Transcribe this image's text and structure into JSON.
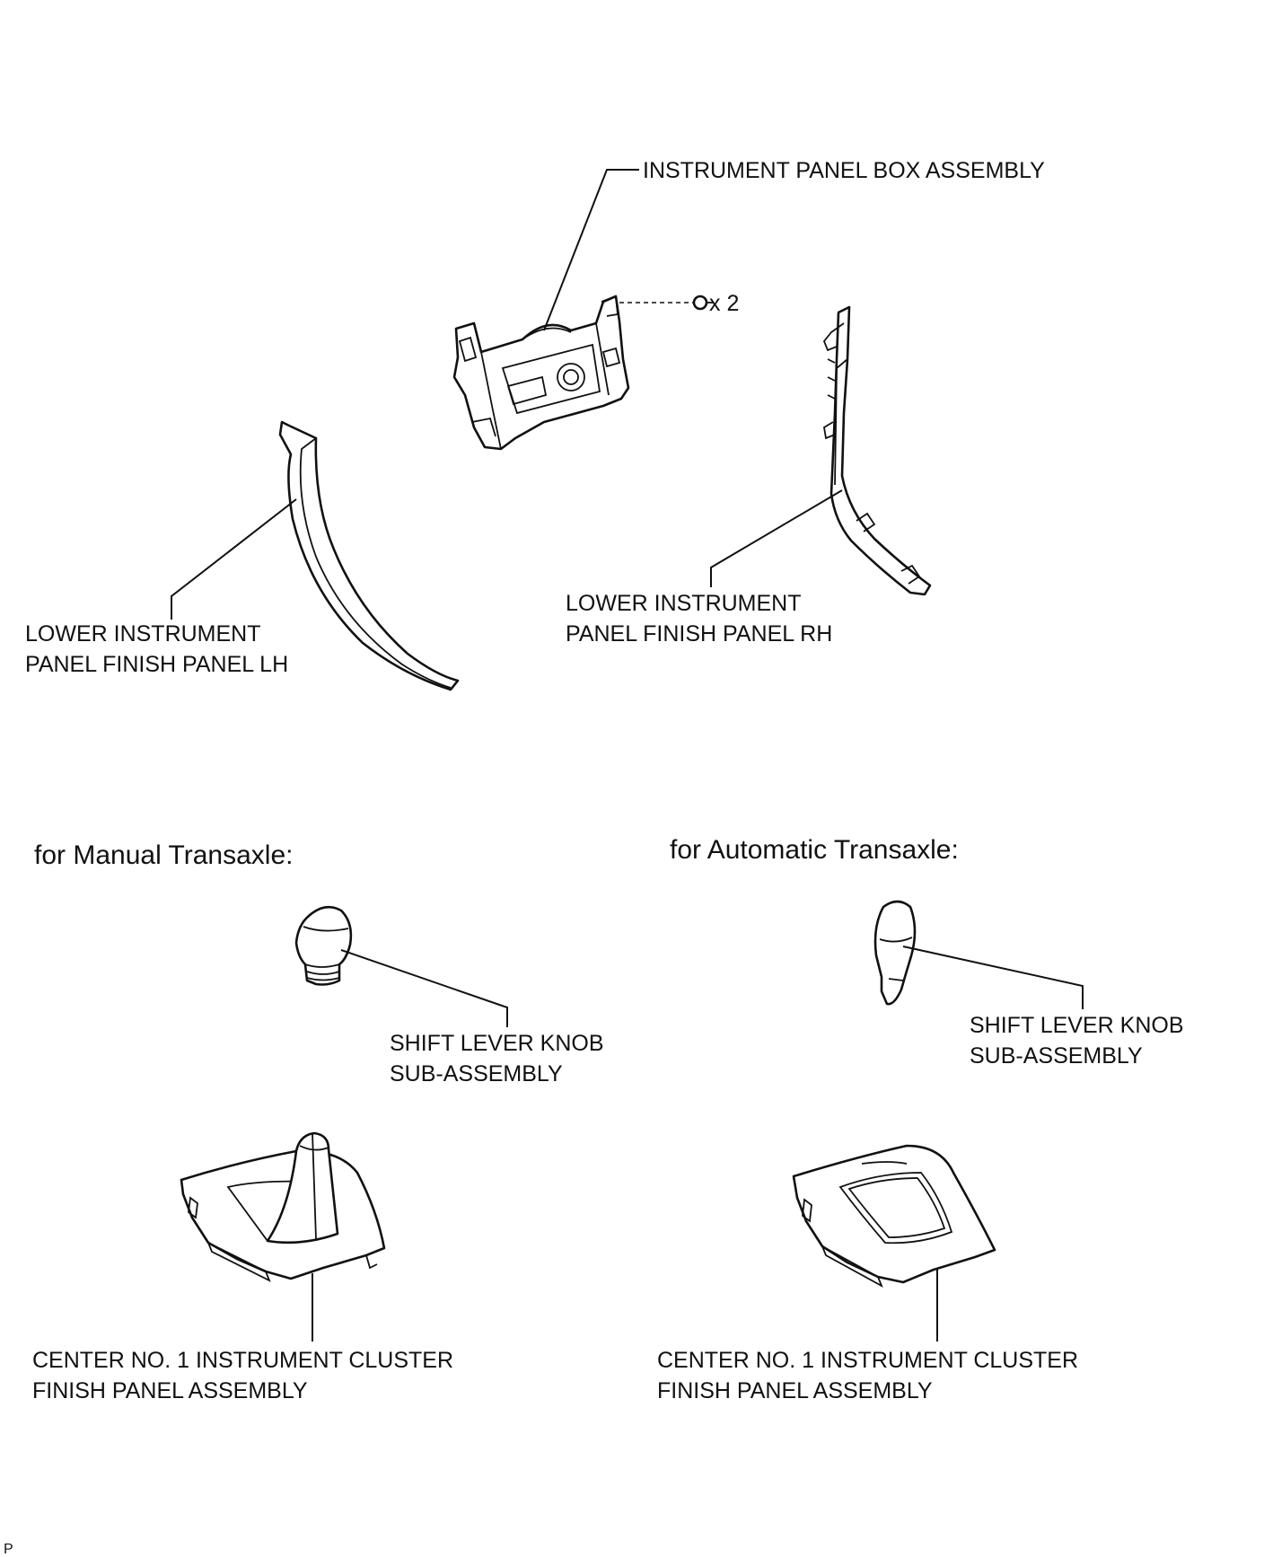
{
  "labels": {
    "instrument_panel_box": "INSTRUMENT PANEL BOX ASSEMBLY",
    "fastener_count": "x 2",
    "lower_panel_lh": [
      "LOWER INSTRUMENT",
      "PANEL FINISH PANEL LH"
    ],
    "lower_panel_rh": [
      "LOWER INSTRUMENT",
      "PANEL FINISH PANEL RH"
    ],
    "manual_heading": "for Manual Transaxle:",
    "automatic_heading": "for Automatic Transaxle:",
    "shift_knob_manual": [
      "SHIFT LEVER KNOB",
      "SUB-ASSEMBLY"
    ],
    "shift_knob_automatic": [
      "SHIFT LEVER KNOB",
      "SUB-ASSEMBLY"
    ],
    "cluster_panel_manual": [
      "CENTER NO. 1 INSTRUMENT CLUSTER",
      "FINISH PANEL ASSEMBLY"
    ],
    "cluster_panel_automatic": [
      "CENTER NO. 1 INSTRUMENT CLUSTER",
      "FINISH PANEL ASSEMBLY"
    ],
    "corner_mark": "P"
  }
}
